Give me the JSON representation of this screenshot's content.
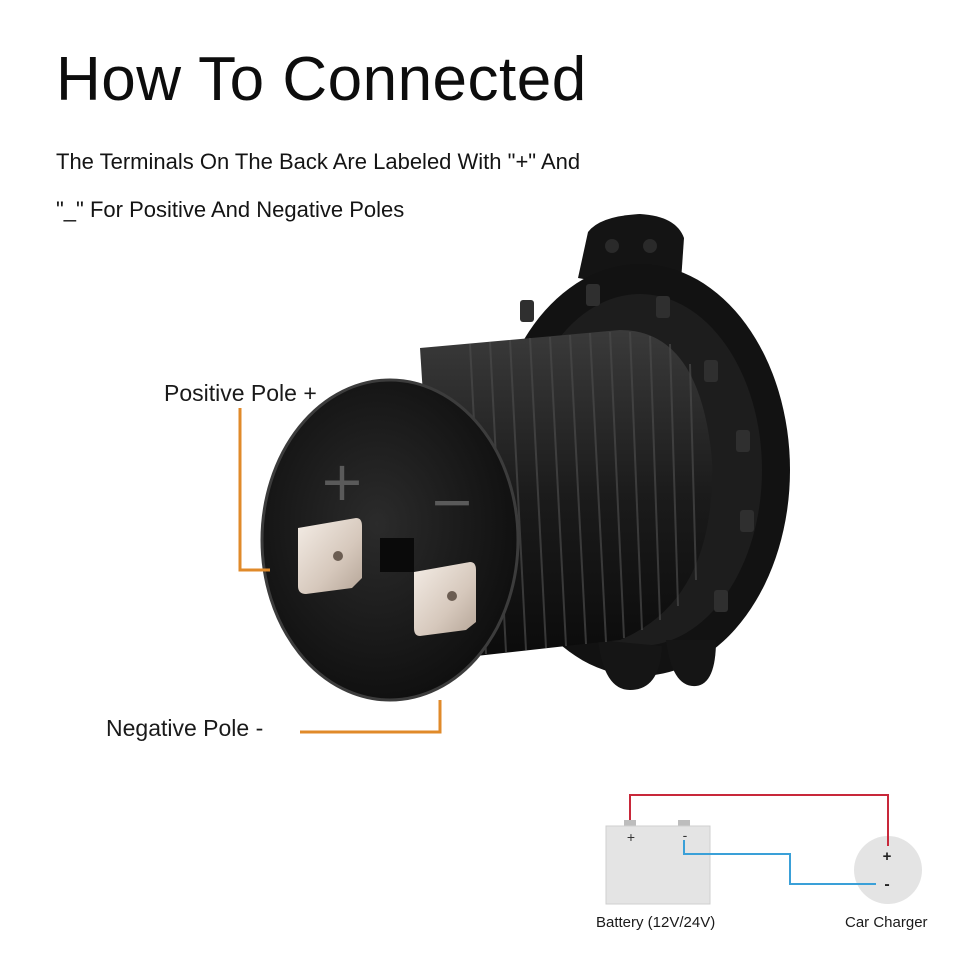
{
  "header": {
    "title": "How To Connected",
    "subtitle_line1": "The Terminals On The Back Are Labeled With \"+\" And",
    "subtitle_line2": "\"_\" For Positive And Negative Poles"
  },
  "callouts": {
    "positive": "Positive Pole +",
    "negative": "Negative Pole -"
  },
  "socket": {
    "plus_mark": "+",
    "minus_mark": "−"
  },
  "wiring": {
    "battery_label": "Battery (12V/24V)",
    "battery_plus": "+",
    "battery_minus": "-",
    "charger_label": "Car Charger",
    "charger_plus": "+",
    "charger_minus": "-"
  },
  "colors": {
    "leader_line": "#e08a2a",
    "positive_wire": "#c8283a",
    "negative_wire": "#3aa0d8",
    "battery_body": "#e4e4e4",
    "charger_body": "#e4e4e4",
    "socket_body": "#1a1a1a"
  },
  "icons": [
    "power-socket-product-image",
    "battery-icon",
    "charger-icon"
  ]
}
